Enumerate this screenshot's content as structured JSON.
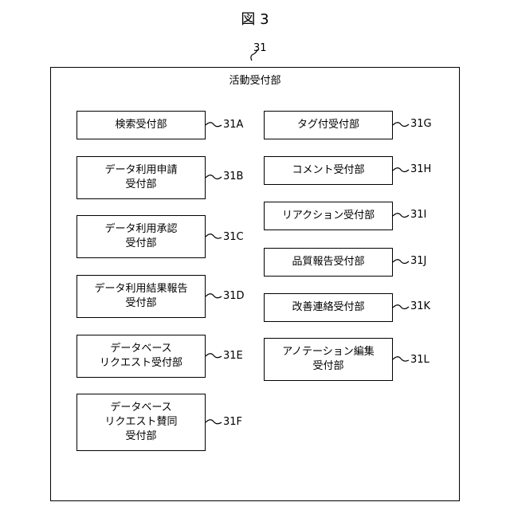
{
  "figure_title": "図 3",
  "outer": {
    "ref": "31",
    "label": "活動受付部"
  },
  "left_units": [
    {
      "ref": "31A",
      "label": "検索受付部"
    },
    {
      "ref": "31B",
      "label": "データ利用申請\n受付部"
    },
    {
      "ref": "31C",
      "label": "データ利用承認\n受付部"
    },
    {
      "ref": "31D",
      "label": "データ利用結果報告\n受付部"
    },
    {
      "ref": "31E",
      "label": "データベース\nリクエスト受付部"
    },
    {
      "ref": "31F",
      "label": "データベース\nリクエスト賛同\n受付部"
    }
  ],
  "right_units": [
    {
      "ref": "31G",
      "label": "タグ付受付部"
    },
    {
      "ref": "31H",
      "label": "コメント受付部"
    },
    {
      "ref": "31I",
      "label": "リアクション受付部"
    },
    {
      "ref": "31J",
      "label": "品質報告受付部"
    },
    {
      "ref": "31K",
      "label": "改善連絡受付部"
    },
    {
      "ref": "31L",
      "label": "アノテーション編集\n受付部"
    }
  ]
}
